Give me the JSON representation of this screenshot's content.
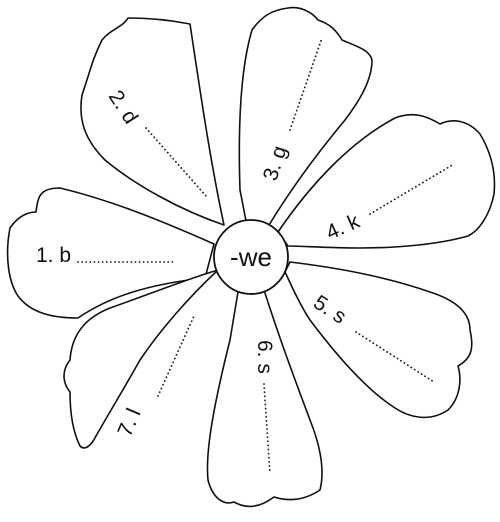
{
  "worksheet": {
    "center_label": "-we",
    "petals": [
      {
        "id": "p1",
        "prompt": "1. b"
      },
      {
        "id": "p2",
        "prompt": "2. d"
      },
      {
        "id": "p3",
        "prompt": "3. g"
      },
      {
        "id": "p4",
        "prompt": "4. k"
      },
      {
        "id": "p5",
        "prompt": "5. s"
      },
      {
        "id": "p6",
        "prompt": "6. s"
      },
      {
        "id": "p7",
        "prompt": "7. l"
      }
    ]
  }
}
